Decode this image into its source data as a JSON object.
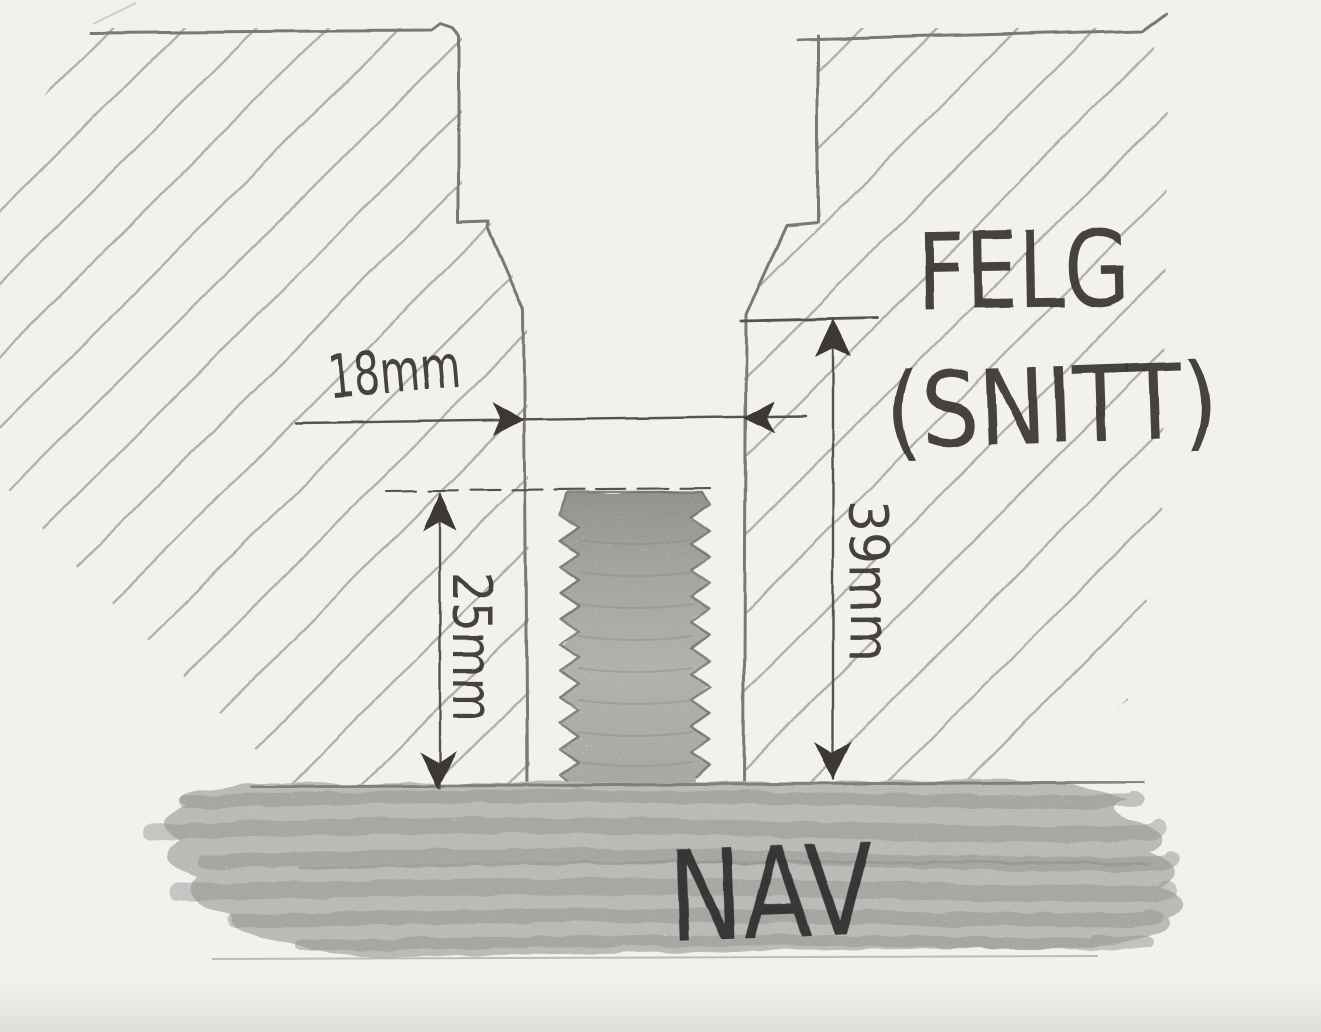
{
  "sketch": {
    "type": "hand-drawn pencil cross-section sketch of a wheel rim on a hub",
    "labels": {
      "rim_title_line1": "FELG",
      "rim_title_line2": "(SNITT)",
      "hub": "NAV"
    },
    "dims": {
      "hole_width": "18mm",
      "stud_height": "25mm",
      "seat_depth": "39mm"
    },
    "colors": {
      "paper": "#f2f1ee",
      "hatch": "#a6a4a1",
      "outline": "#7b7975",
      "dim_line": "#54524e",
      "arrow": "#3a3835",
      "handwriting": "#37352f",
      "graphite_stud": "#a7a5a2",
      "graphite_hub": "#bcbab7"
    }
  }
}
